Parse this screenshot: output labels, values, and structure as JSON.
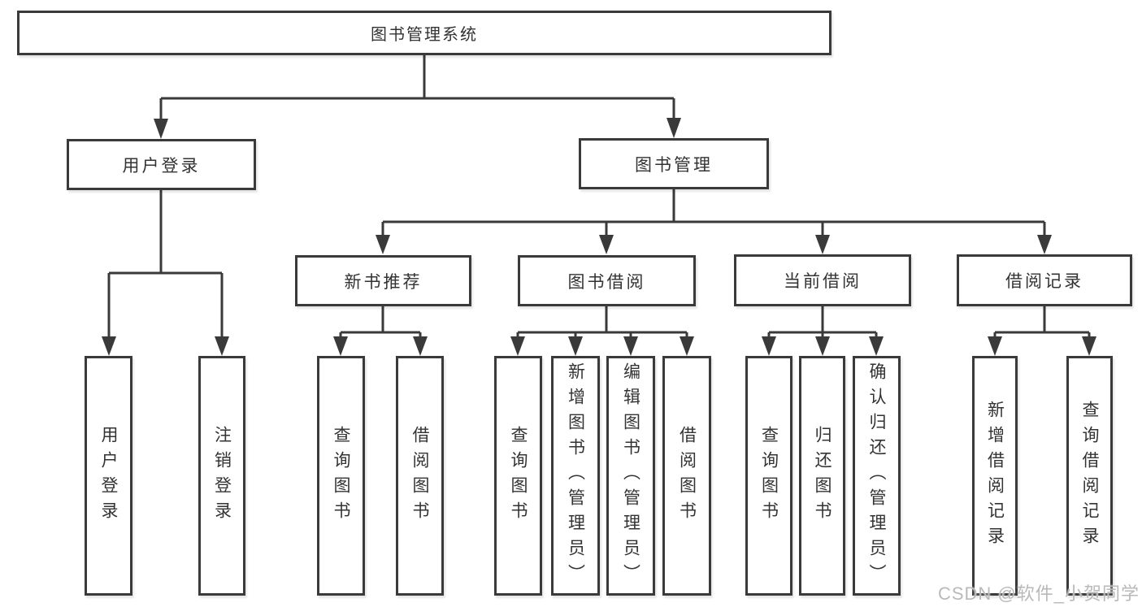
{
  "diagram": {
    "root": {
      "label": "图书管理系统",
      "children": [
        {
          "label": "用户登录",
          "children": [
            {
              "label": "用户登录"
            },
            {
              "label": "注销登录"
            }
          ]
        },
        {
          "label": "图书管理",
          "children": [
            {
              "label": "新书推荐",
              "children": [
                {
                  "label": "查询图书"
                },
                {
                  "label": "借阅图书"
                }
              ]
            },
            {
              "label": "图书借阅",
              "children": [
                {
                  "label": "查询图书"
                },
                {
                  "label": "新增图书（管理员）"
                },
                {
                  "label": "编辑图书（管理员）"
                },
                {
                  "label": "借阅图书"
                }
              ]
            },
            {
              "label": "当前借阅",
              "children": [
                {
                  "label": "查询图书"
                },
                {
                  "label": "归还图书"
                },
                {
                  "label": "确认归还（管理员）"
                }
              ]
            },
            {
              "label": "借阅记录",
              "children": [
                {
                  "label": "新增借阅记录"
                },
                {
                  "label": "查询借阅记录"
                }
              ]
            }
          ]
        }
      ]
    }
  },
  "watermark": {
    "text": "CSDN @软件_小贺同学"
  },
  "colors": {
    "line": "#3a3a3a",
    "text": "#333333",
    "background": "#ffffff",
    "watermark": "#b9b9b9"
  }
}
